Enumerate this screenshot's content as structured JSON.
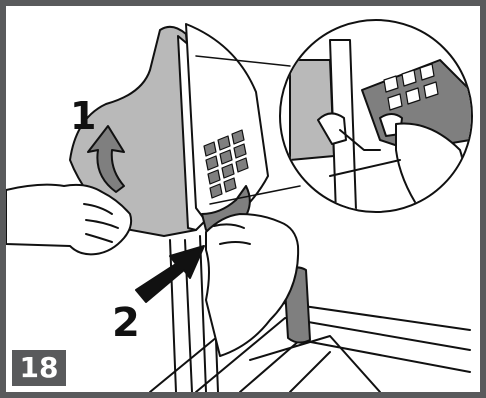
{
  "illustration": {
    "step_number": "18",
    "callouts": [
      {
        "label": "1",
        "icon": "curved-arrow-lift"
      },
      {
        "label": "2",
        "icon": "straight-arrow-push"
      }
    ],
    "colors": {
      "frame": "#595a5c",
      "shell_grey": "#b9b9b9",
      "dark_grey": "#7f7f7f",
      "line": "#111111",
      "background": "#ffffff"
    }
  }
}
